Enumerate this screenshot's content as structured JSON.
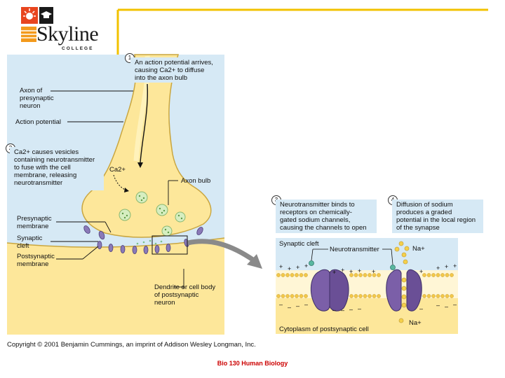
{
  "logo": {
    "name": "Skyline",
    "sub": "COLLEGE"
  },
  "steps": [
    {
      "number": "1",
      "text": "An action potential arrives,\ncausing Ca2+ to diffuse\ninto the axon bulb"
    },
    {
      "number": "2",
      "text": "Ca2+ causes vesicles\ncontaining neurotransmitter\nto fuse with the cell\nmembrane, releasing\nneurotransmitter"
    },
    {
      "number": "3",
      "text": "Neurotransmitter binds to\nreceptors on chemically-\ngated sodium channels,\ncausing the channels to open"
    },
    {
      "number": "4",
      "text": "Diffusion of sodium\nproduces a graded\npotential in the local region\nof the synapse"
    }
  ],
  "labels": {
    "axon": "Axon of\npresynaptic\nneuron",
    "action_potential": "Action potential",
    "ca": "Ca2+",
    "axon_bulb": "Axon bulb",
    "presynaptic_membrane": "Presynaptic\nmembrane",
    "synaptic_cleft": "Synaptic\ncleft",
    "postsynaptic_membrane": "Postsynaptic\nmembrane",
    "dendrite": "Dendrite or cell body\nof postsynaptic\nneuron"
  },
  "inset": {
    "synaptic_cleft": "Synaptic cleft",
    "neurotransmitter": "Neurotransmitter",
    "na_top": "Na+",
    "na_bottom": "Na+",
    "cytoplasm": "Cytoplasm of postsynaptic cell"
  },
  "colors": {
    "accent_line": "#f2c200",
    "background_blue": "#d6e9f5",
    "neuron_yellow": "#fde79a",
    "channel_purple": "#7b5fa8",
    "footer_red": "#cc0000"
  },
  "copyright": "Copyright © 2001 Benjamin Cummings, an imprint of Addison Wesley Longman, Inc.",
  "footer": "Bio 130 Human Biology"
}
